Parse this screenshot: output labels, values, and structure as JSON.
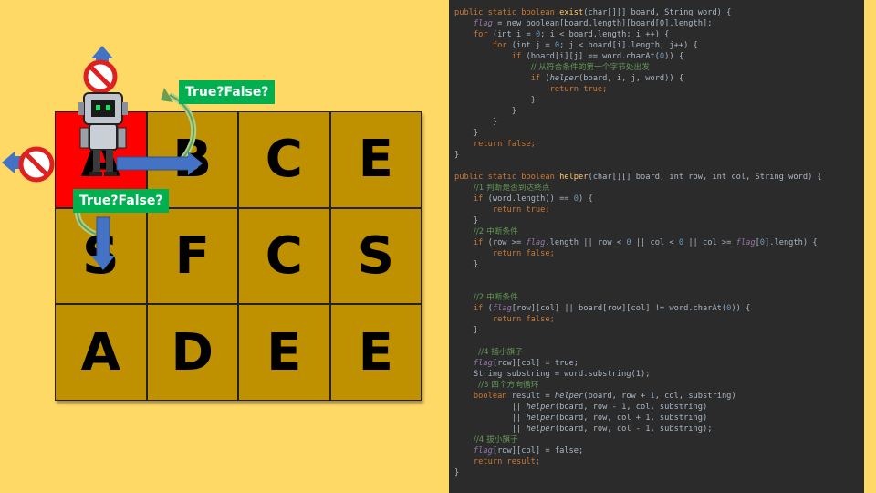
{
  "colors": {
    "background": "#ffd966",
    "cell": "#bf9000",
    "active_cell": "#ff0000",
    "badge": "#00b050",
    "arrow": "#4472c4",
    "code_bg": "#2b2b2b"
  },
  "grid": {
    "rows": [
      [
        "A",
        "B",
        "C",
        "E"
      ],
      [
        "S",
        "F",
        "C",
        "S"
      ],
      [
        "A",
        "D",
        "E",
        "E"
      ]
    ],
    "active_cell": "A"
  },
  "badges": {
    "right": "True?False?",
    "down": "True?False?"
  },
  "icons": [
    "robot-icon",
    "no-entry-icon",
    "arrow-up-icon",
    "arrow-left-icon",
    "arrow-right-icon",
    "arrow-down-icon",
    "curved-arrow-icon"
  ],
  "code": {
    "exist_signature_mod": "public static boolean ",
    "exist_name": "exist",
    "exist_params": "(char[][] board, String word) {",
    "l2_field": "flag",
    "l2_rest": " = new boolean[board.length][board[0].length];",
    "l3_for": "for",
    "l3_rest_a": " (int i = ",
    "l3_zero": "0",
    "l3_rest_b": "; i < board.length; i ++) {",
    "l4_for": "for",
    "l4_rest_a": " (int j = ",
    "l4_zero": "0",
    "l4_rest_b": "; j < board[i].length; j++) {",
    "l5_if": "if",
    "l5_rest_a": " (board[i][j] == word.charAt(",
    "l5_zero": "0",
    "l5_rest_b": ")) {",
    "l6_comment": "// 从符合条件的第一个字节处出发",
    "l7_if": "if",
    "l7_open": " (",
    "l7_helper": "helper",
    "l7_rest": "(board, i, j, word)) {",
    "l8_return": "return true;",
    "close": "}",
    "l15_return": "return false;",
    "helper_signature_mod": "public static boolean ",
    "helper_name": "helper",
    "helper_params": "(char[][] board, int row, int col, String word) {",
    "h1_comment": "//1 判断是否到达终点",
    "h2_if": "if",
    "h2_rest_a": " (word.length() == ",
    "h2_zero": "0",
    "h2_rest_b": ") {",
    "h3_return": "return true;",
    "h5_comment": "//2 中断条件",
    "h6_if": "if",
    "h6_rest_a": " (row >= ",
    "h6_flag": "flag",
    "h6_rest_b": ".length || row < ",
    "h6_zero1": "0",
    "h6_rest_c": " || col < ",
    "h6_zero2": "0",
    "h6_rest_d": " || col >= ",
    "h6_flag2": "flag",
    "h6_rest_e": "[",
    "h6_zero3": "0",
    "h6_rest_f": "].length) {",
    "h7_return": "return false;",
    "h10_comment": "//2 中断条件",
    "h11_if": "if",
    "h11_rest_a": " (",
    "h11_flag": "flag",
    "h11_rest_b": "[row][col] || board[row][col] != word.charAt(",
    "h11_zero": "0",
    "h11_rest_c": ")) {",
    "h12_return": "return false;",
    "h14_comment": "//4 插小旗子",
    "h15_flag": "flag",
    "h15_rest": "[row][col] = true;",
    "h16": "String substring = word.substring(1);",
    "h17_comment": "//3 四个方向循环",
    "h18_bool": "boolean",
    "h18_rest_a": " result = ",
    "h18_helper": "helper",
    "h18_rest_b": "(board, row + ",
    "h18_one": "1",
    "h18_rest_c": ", col, substring)",
    "h19_pre": "|| ",
    "h19_helper": "helper",
    "h19_rest": "(board, row - 1, col, substring)",
    "h20_pre": "|| ",
    "h20_helper": "helper",
    "h20_rest": "(board, row, col + 1, substring)",
    "h21_pre": "|| ",
    "h21_helper": "helper",
    "h21_rest": "(board, row, col - 1, substring);",
    "h22_comment": "//4 拔小旗子",
    "h23_flag": "flag",
    "h23_rest": "[row][col] = false;",
    "h24_return": "return result;",
    "h25_close": "}"
  }
}
